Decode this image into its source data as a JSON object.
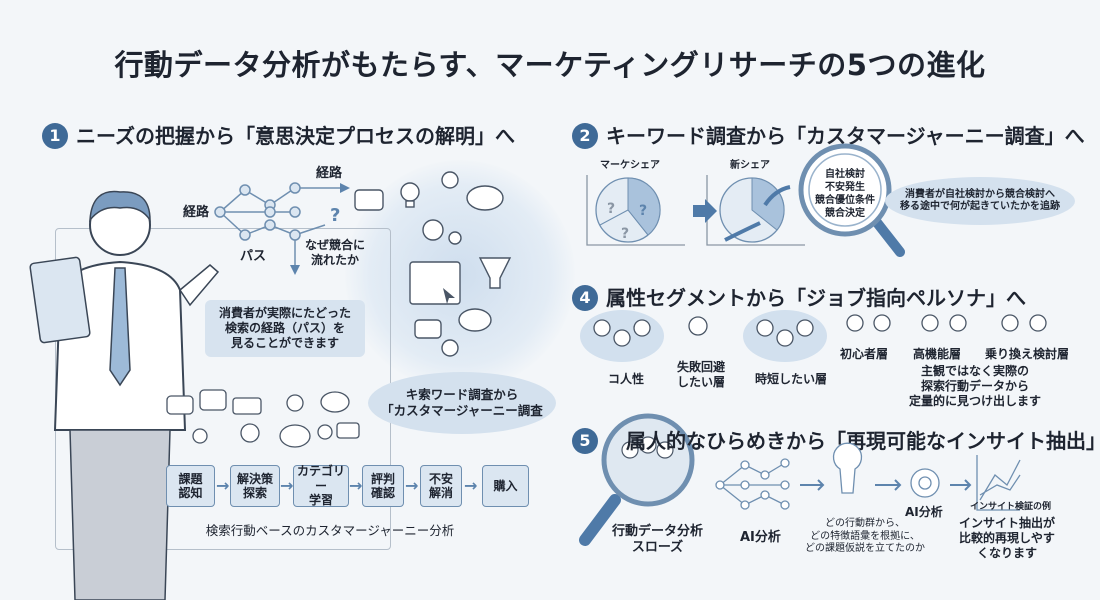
{
  "title": "行動データ分析がもたらす、マーケティングリサーチの5つの進化",
  "sections": {
    "s1": {
      "num": "1",
      "heading": "ニーズの把握から「意思決定プロセスの解明」へ",
      "label_route_top": "経路",
      "label_route_left": "経路",
      "label_path": "パス",
      "label_why": "なぜ競合に\n流れたか",
      "callout": "消費者が実際にたどった\n検索の経路（パス）を\n見ることができます",
      "bubble": "キ索ワード調査から\n「カスタマージャーニー調査",
      "steps": [
        "課題\n認知",
        "解決策\n探索",
        "カテゴリー\n学習",
        "評判\n確認",
        "不安\n解消",
        "購入"
      ],
      "caption": "検索行動ベースのカスタマージャーニー分析"
    },
    "s2": {
      "num": "2",
      "heading": "キーワード調査から「カスタマージャーニー調査」へ",
      "chart1_label": "マーケシェア",
      "chart2_label": "新シェア",
      "question_mark": "?",
      "magnifier_text": "自社検討\n不安発生\n競合優位条件\n競合決定",
      "note": "消費者が自社検討から競合検討へ\n移る途中で何が起きていたかを追跡"
    },
    "s4": {
      "num": "4",
      "heading": "属性セグメントから「ジョブ指向ペルソナ」へ",
      "groups": [
        "コ人性",
        "失敗回避\nしたい層",
        "時短したい層",
        "初心者層",
        "高機能層",
        "乗り換え検討層"
      ],
      "note": "主観ではなく実際の\n探索行動データから\n定量的に見つけ出します"
    },
    "s5": {
      "num": "5",
      "heading": "属人的なひらめきから「再現可能なインサイト抽出」へ",
      "magnifier_label": "行動データ分析\nスローズ",
      "ai1": "AI分析",
      "question": "どの行動群から、\nどの特徴語彙を根拠に、\nどの課題仮説を立てたのか",
      "ai2": "AI分析",
      "chart_label": "インサイト検証の例",
      "result": "インサイト抽出が\n比較的再現しやす\nくなります"
    }
  },
  "colors": {
    "accent": "#3f6a97",
    "light": "#d7e3ef",
    "line": "#5d84ad"
  }
}
